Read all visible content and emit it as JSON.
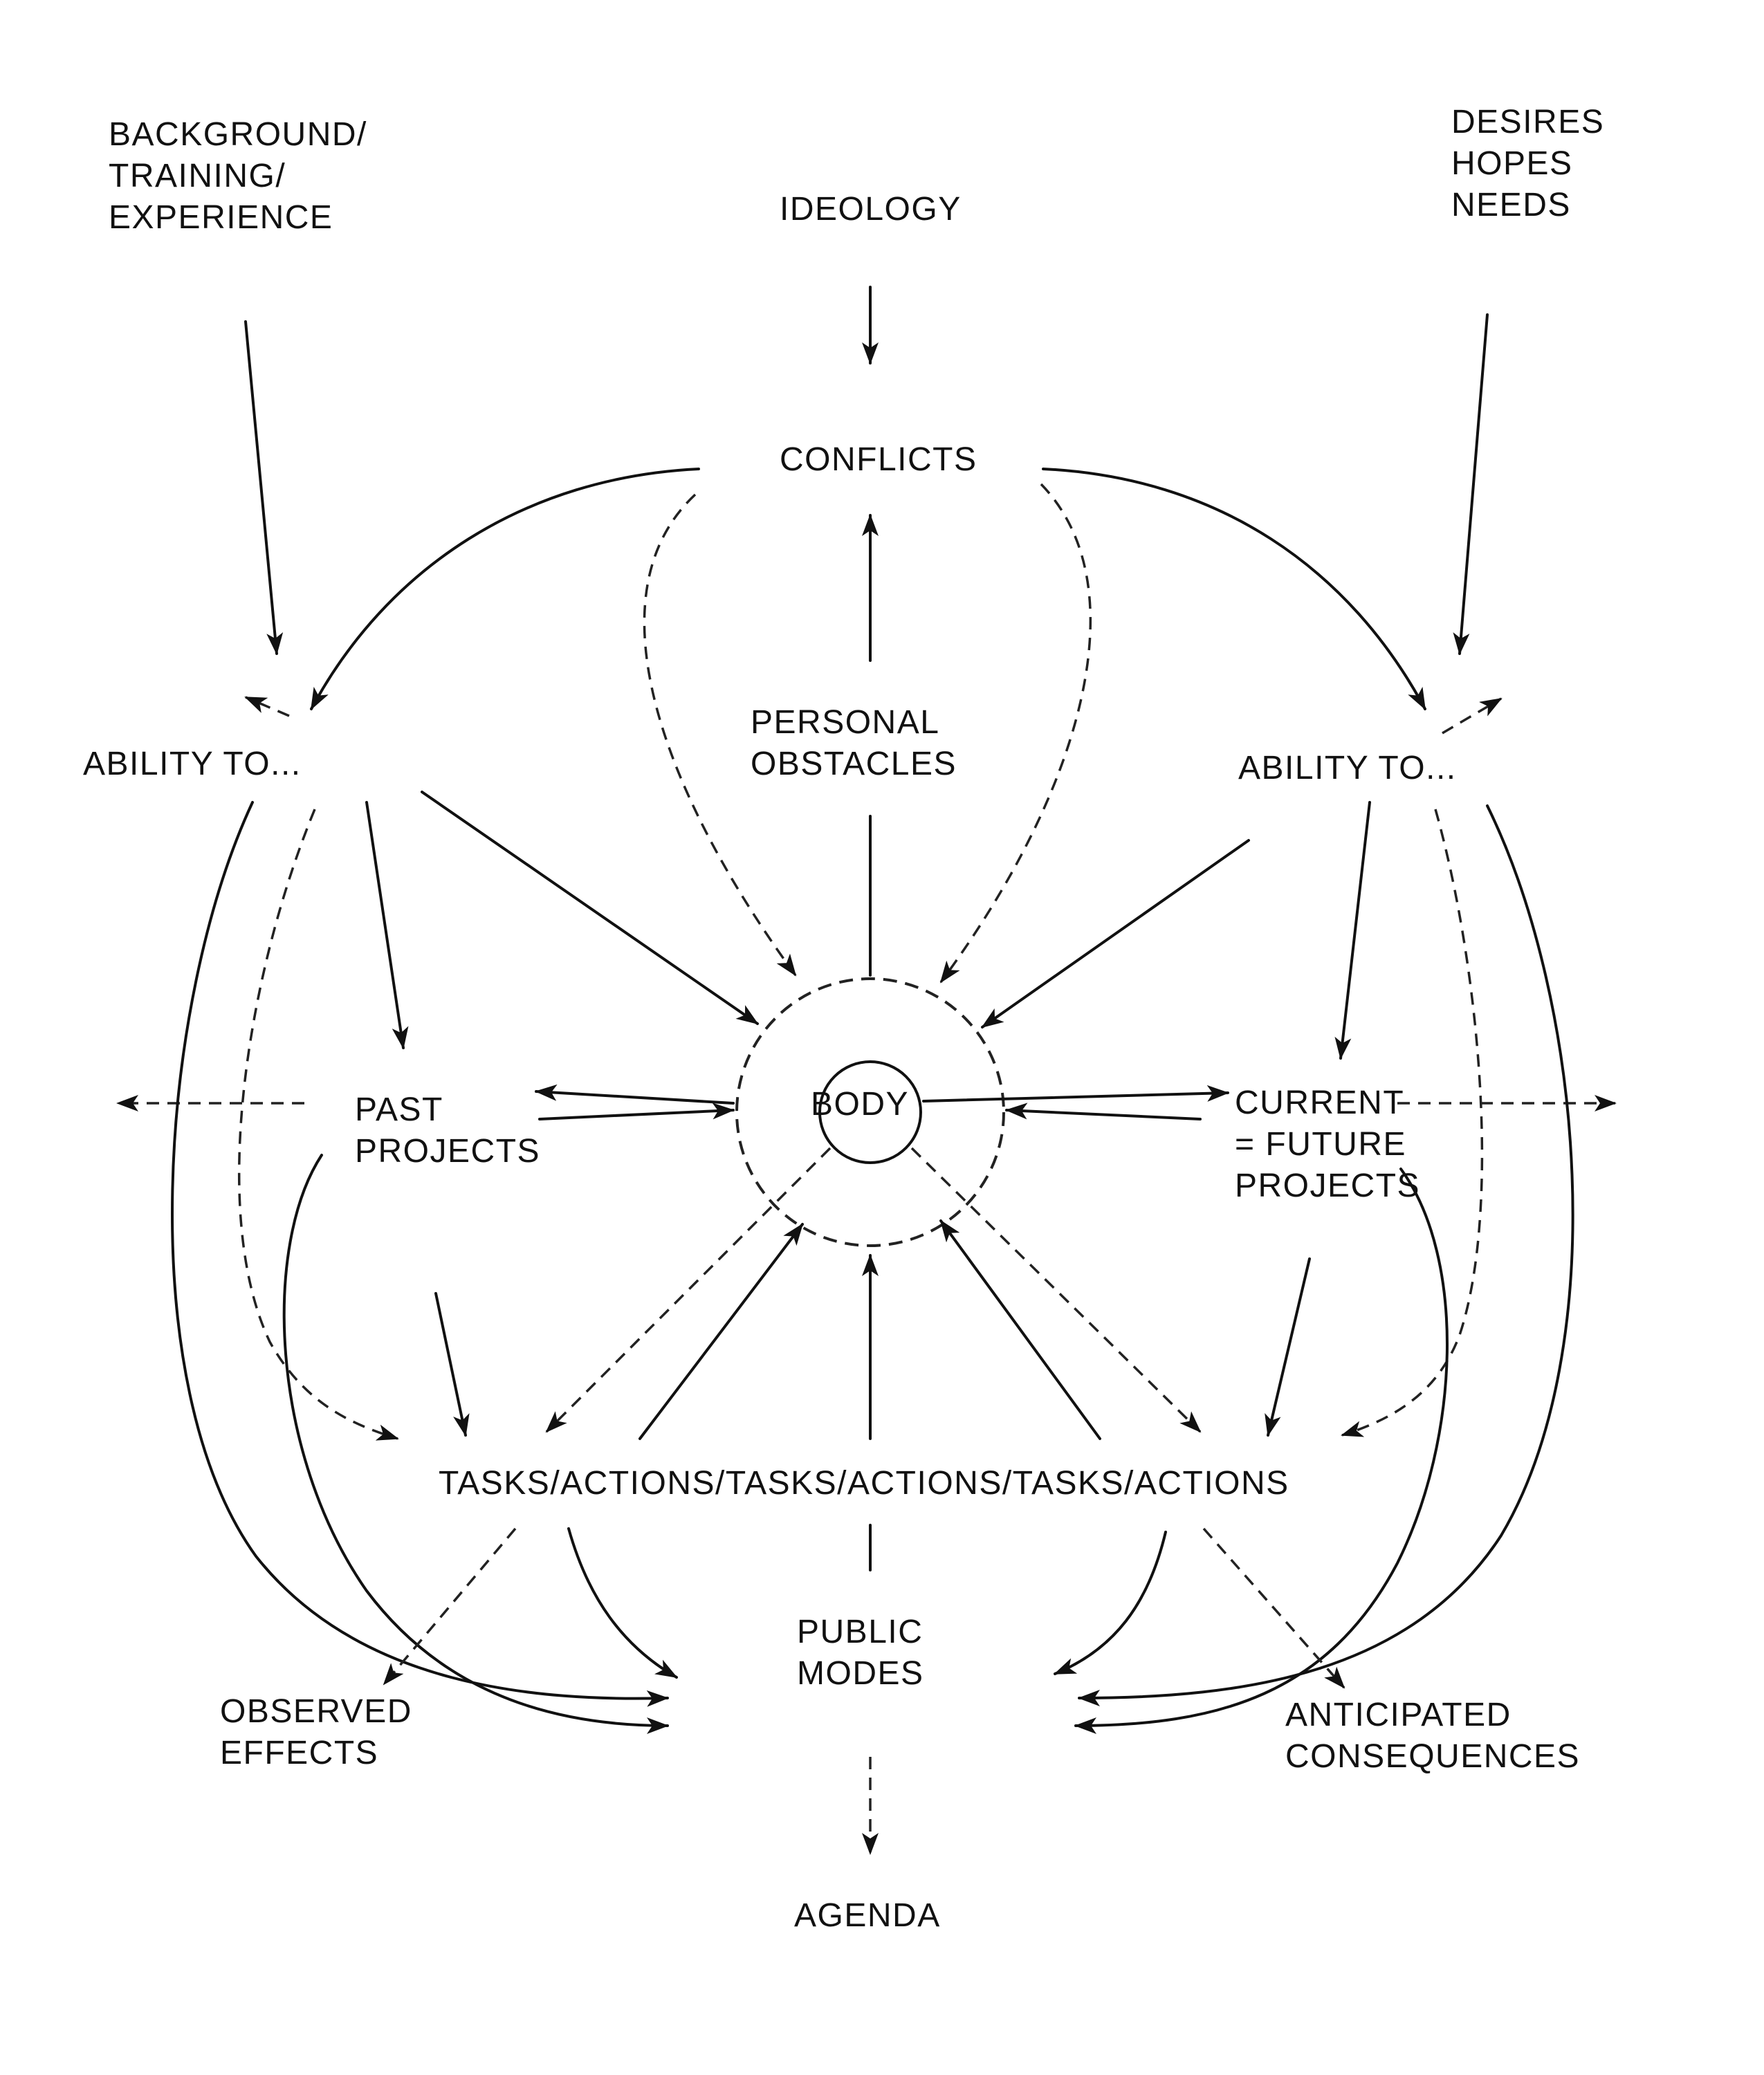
{
  "labels": {
    "background": [
      "BACKGROUND/",
      "TRAINING/",
      "EXPERIENCE"
    ],
    "ideology": "IDEOLOGY",
    "desires": [
      "DESIRES",
      "HOPES",
      "NEEDS"
    ],
    "conflicts": "CONFLICTS",
    "personal_obstacles": [
      "PERSONAL",
      "OBSTACLES"
    ],
    "ability_left": "ABILITY TO...",
    "ability_right": "ABILITY TO...",
    "body": "BODY",
    "past_projects": [
      "PAST",
      "PROJECTS"
    ],
    "current_projects": [
      "CURRENT",
      "= FUTURE",
      "PROJECTS"
    ],
    "tasks_actions": "TASKS/ACTIONS/TASKS/ACTIONS/TASKS/ACTIONS",
    "public_modes": [
      "PUBLIC",
      "MODES"
    ],
    "observed_effects": [
      "OBSERVED",
      "EFFECTS"
    ],
    "anticipated_consequences": [
      "ANTICIPATED",
      "CONSEQUENCES"
    ],
    "agenda": "AGENDA"
  }
}
